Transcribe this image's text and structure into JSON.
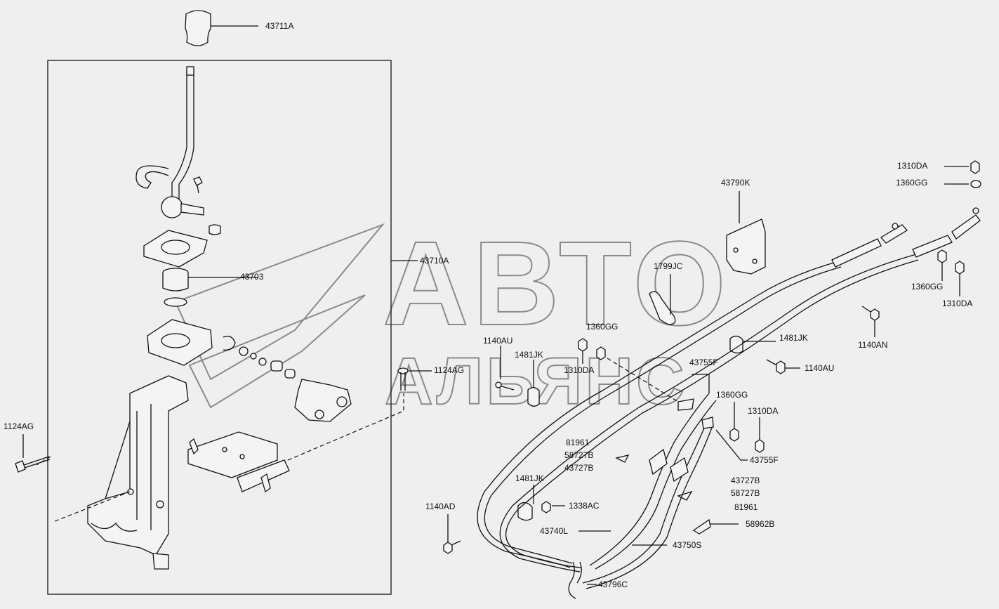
{
  "watermark": {
    "line1": "АВТО",
    "line2": "АЛЬЯНС"
  },
  "labels": {
    "p43711A": "43711A",
    "p43710A": "43710A",
    "p43703": "43703",
    "p1124AG_left": "1124AG",
    "p1124AG_mid": "1124AG",
    "p1140AU_a": "1140AU",
    "p1481JK_a": "1481JK",
    "p1360GG_a": "1360GG",
    "p1310DA_a": "1310DA",
    "p1799JC": "1799JC",
    "p43790K": "43790K",
    "p1310DA_top": "1310DA",
    "p1360GG_top": "1360GG",
    "p1360GG_r": "1360GG",
    "p1310DA_r": "1310DA",
    "p1140AN": "1140AN",
    "p1481JK_b": "1481JK",
    "p1140AU_b": "1140AU",
    "p43755F_a": "43755F",
    "p1360GG_b": "1360GG",
    "p1310DA_b": "1310DA",
    "p43755F_b": "43755F",
    "p81961_a": "81961",
    "p58727B_a": "58727B",
    "p43727B_a": "43727B",
    "p1481JK_c": "1481JK",
    "p1338AC": "1338AC",
    "p1140AD": "1140AD",
    "p43740L": "43740L",
    "p43727B_b": "43727B",
    "p58727B_b": "58727B",
    "p81961_b": "81961",
    "p58962B": "58962B",
    "p43750S": "43750S",
    "p43796C": "43796C"
  }
}
